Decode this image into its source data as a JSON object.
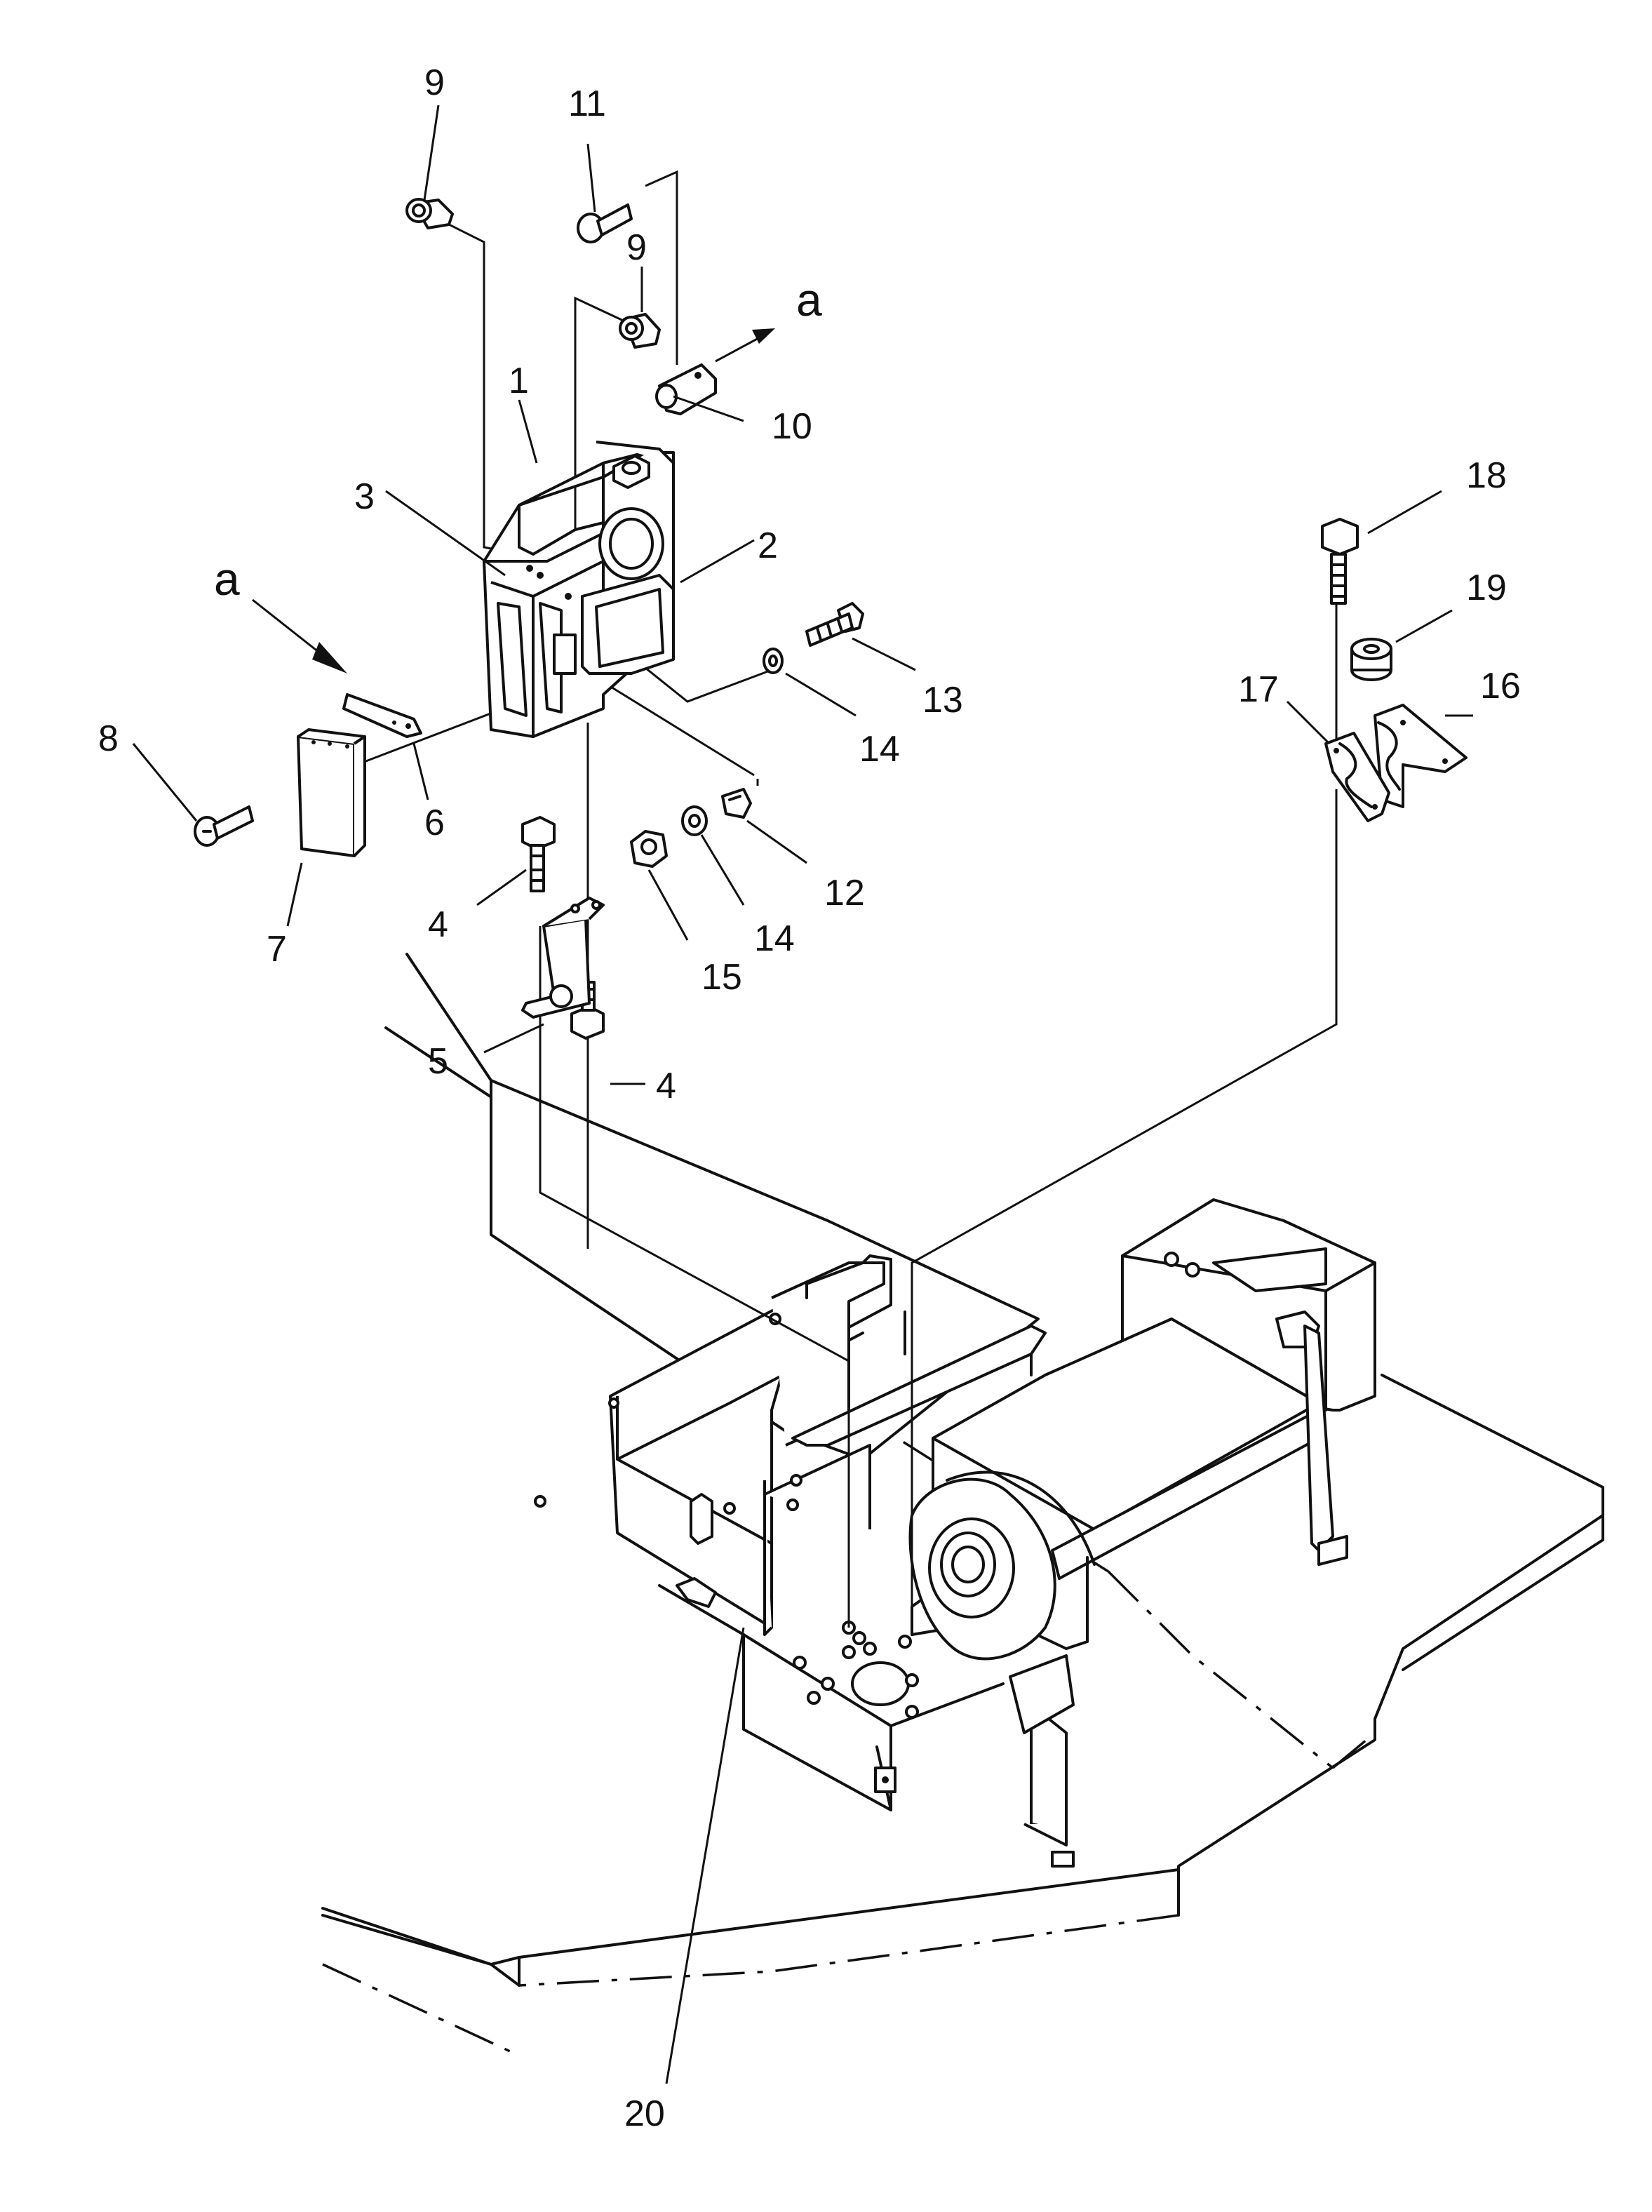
{
  "callouts": {
    "c1": "1",
    "c2": "2",
    "c3": "3",
    "c4a": "4",
    "c4b": "4",
    "c5": "5",
    "c6": "6",
    "c7": "7",
    "c8": "8",
    "c9a": "9",
    "c9b": "9",
    "c10": "10",
    "c11": "11",
    "c12": "12",
    "c13": "13",
    "c14a": "14",
    "c14b": "14",
    "c15": "15",
    "c16": "16",
    "c17": "17",
    "c18": "18",
    "c19": "19",
    "c20": "20",
    "ref_a_top": "a",
    "ref_a_left": "a"
  },
  "colors": {
    "ink": "#111111",
    "paper": "#ffffff"
  }
}
